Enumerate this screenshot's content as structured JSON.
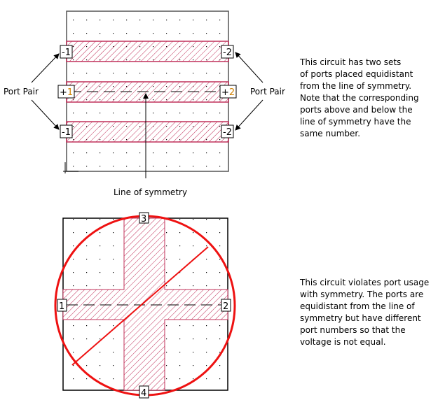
{
  "top": {
    "ports": {
      "left_top": "-1",
      "left_mid_sign": "+",
      "left_mid_num": "1",
      "left_bot": "-1",
      "right_top": "-2",
      "right_mid_sign": "+",
      "right_mid_num": "2",
      "right_bot": "-2"
    },
    "port_pair_left": "Port Pair",
    "port_pair_right": "Port Pair",
    "symmetry_label": "Line of symmetry",
    "description": [
      "This circuit has two sets",
      "of ports placed equidistant",
      "from the line of symmetry.",
      "Note that the corresponding",
      "ports above and below the",
      "line of symmetry have the",
      "same number."
    ]
  },
  "bottom": {
    "ports": {
      "p1": "1",
      "p2": "2",
      "p3": "3",
      "p4": "4"
    },
    "description": [
      "This circuit violates port usage",
      "with symmetry. The ports are",
      "equidistant from the line of",
      "symmetry but have different",
      "port numbers so that the",
      "voltage is not equal."
    ]
  },
  "colors": {
    "hatch": "#c0305a",
    "prohibit": "#ee1111",
    "sign": "#d08000"
  }
}
